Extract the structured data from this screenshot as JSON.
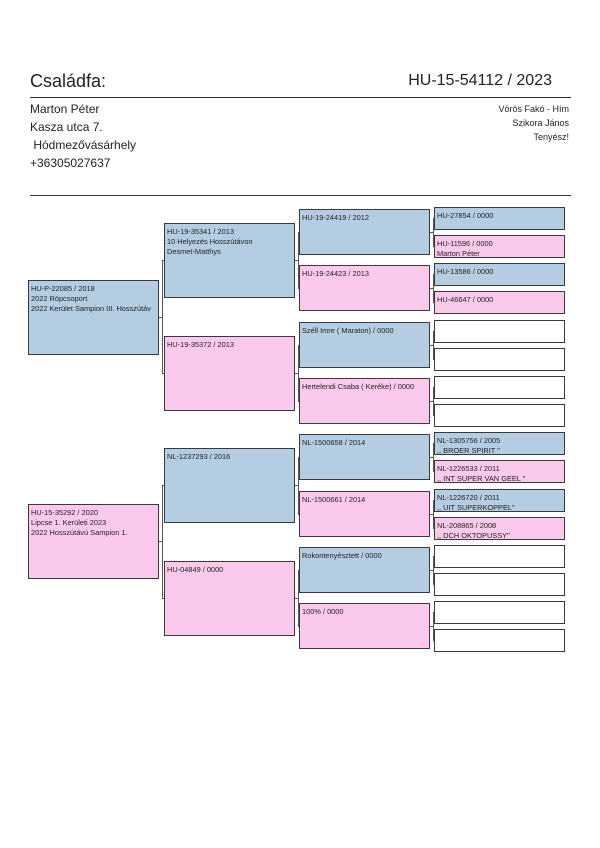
{
  "header": {
    "title": "Családfa:",
    "ring": "HU-15-54112 / 2023"
  },
  "owner": {
    "name": "Marton Péter",
    "street": "Kasza utca 7.",
    "city": " Hódmezővásárhely",
    "phone": "+36305027637"
  },
  "pigeon": {
    "color_sex": "Vörös Fakó - Hím",
    "breeder": "Szikora János ",
    "breeder_role": "Tenyész!"
  },
  "pedigree": {
    "sire": {
      "lines": [
        "HU-P-22085 / 2018",
        "2022 Röpcsoport",
        "2022 Kerület Sampion III. Hosszútáv"
      ]
    },
    "dam": {
      "lines": [
        "HU-15-35292 / 2020",
        "Lipcse 1. Kerületi 2023",
        "2022 Hosszútávú Sampion 1."
      ]
    },
    "sire_sire": {
      "lines": [
        "HU-19-35341 / 2013",
        "10 Helyezés Hosszútávon",
        "Desmet-Matthys"
      ]
    },
    "sire_dam": {
      "lines": [
        "HU-19-35372 / 2013"
      ]
    },
    "dam_sire": {
      "lines": [
        "NL-1237293 / 2016"
      ]
    },
    "dam_dam": {
      "lines": [
        "HU-04849 / 0000"
      ]
    },
    "g3": [
      {
        "lines": [
          "HU-19-24419 / 2012"
        ]
      },
      {
        "lines": [
          "HU-19-24423 / 2013"
        ]
      },
      {
        "lines": [
          "Széll Imre ( Maraton) / 0000"
        ]
      },
      {
        "lines": [
          "Hertelendi Csaba ( Keréke) / 0000"
        ]
      },
      {
        "lines": [
          "NL-1500658 / 2014"
        ]
      },
      {
        "lines": [
          "NL-1500661 / 2014"
        ]
      },
      {
        "lines": [
          "Rokontenyésztett / 0000"
        ]
      },
      {
        "lines": [
          "100% / 0000"
        ]
      }
    ],
    "g4": [
      {
        "lines": [
          "HU-27854 / 0000"
        ]
      },
      {
        "lines": [
          "HU-11596 / 0000",
          "Marton Péter"
        ]
      },
      {
        "lines": [
          "HU-13586 / 0000"
        ]
      },
      {
        "lines": [
          "HU-46647 / 0000"
        ]
      },
      {
        "lines": []
      },
      {
        "lines": []
      },
      {
        "lines": []
      },
      {
        "lines": []
      },
      {
        "lines": [
          "NL-1305756 / 2005",
          ",, BROER SPIRIT \""
        ]
      },
      {
        "lines": [
          "NL-1226533 / 2011",
          ",, INT SUPER VAN GEEL \""
        ]
      },
      {
        "lines": [
          "NL-1226720 / 2011",
          ",, UIT SUPERKOPPEL\""
        ]
      },
      {
        "lines": [
          "NL-208865 / 2008",
          ",, DCH OKTOPUSSY\""
        ]
      },
      {
        "lines": []
      },
      {
        "lines": []
      },
      {
        "lines": []
      },
      {
        "lines": []
      }
    ]
  },
  "colors": {
    "male": "#b4cde3",
    "female": "#fbc9ec",
    "unknown": "#ffffff"
  }
}
